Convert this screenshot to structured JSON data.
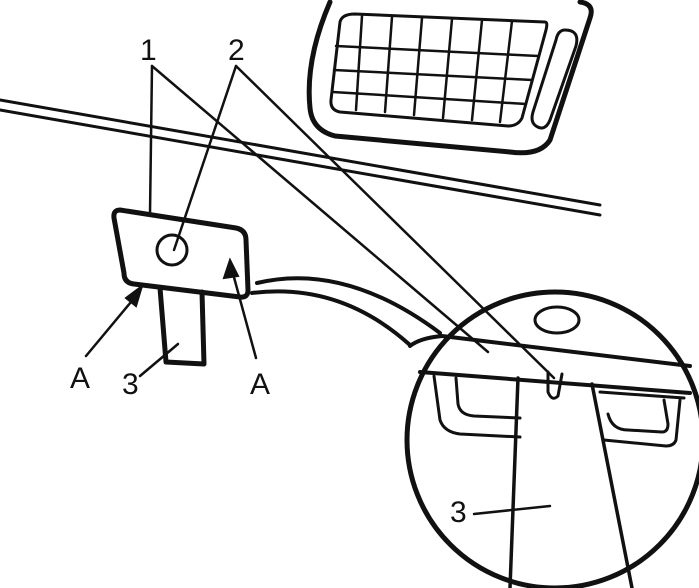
{
  "callouts": {
    "one": "1",
    "two": "2",
    "three_left": "3",
    "three_detail": "3",
    "a_left": "A",
    "a_right": "A"
  },
  "colors": {
    "ink": "#111111",
    "paper": "#ffffff"
  }
}
